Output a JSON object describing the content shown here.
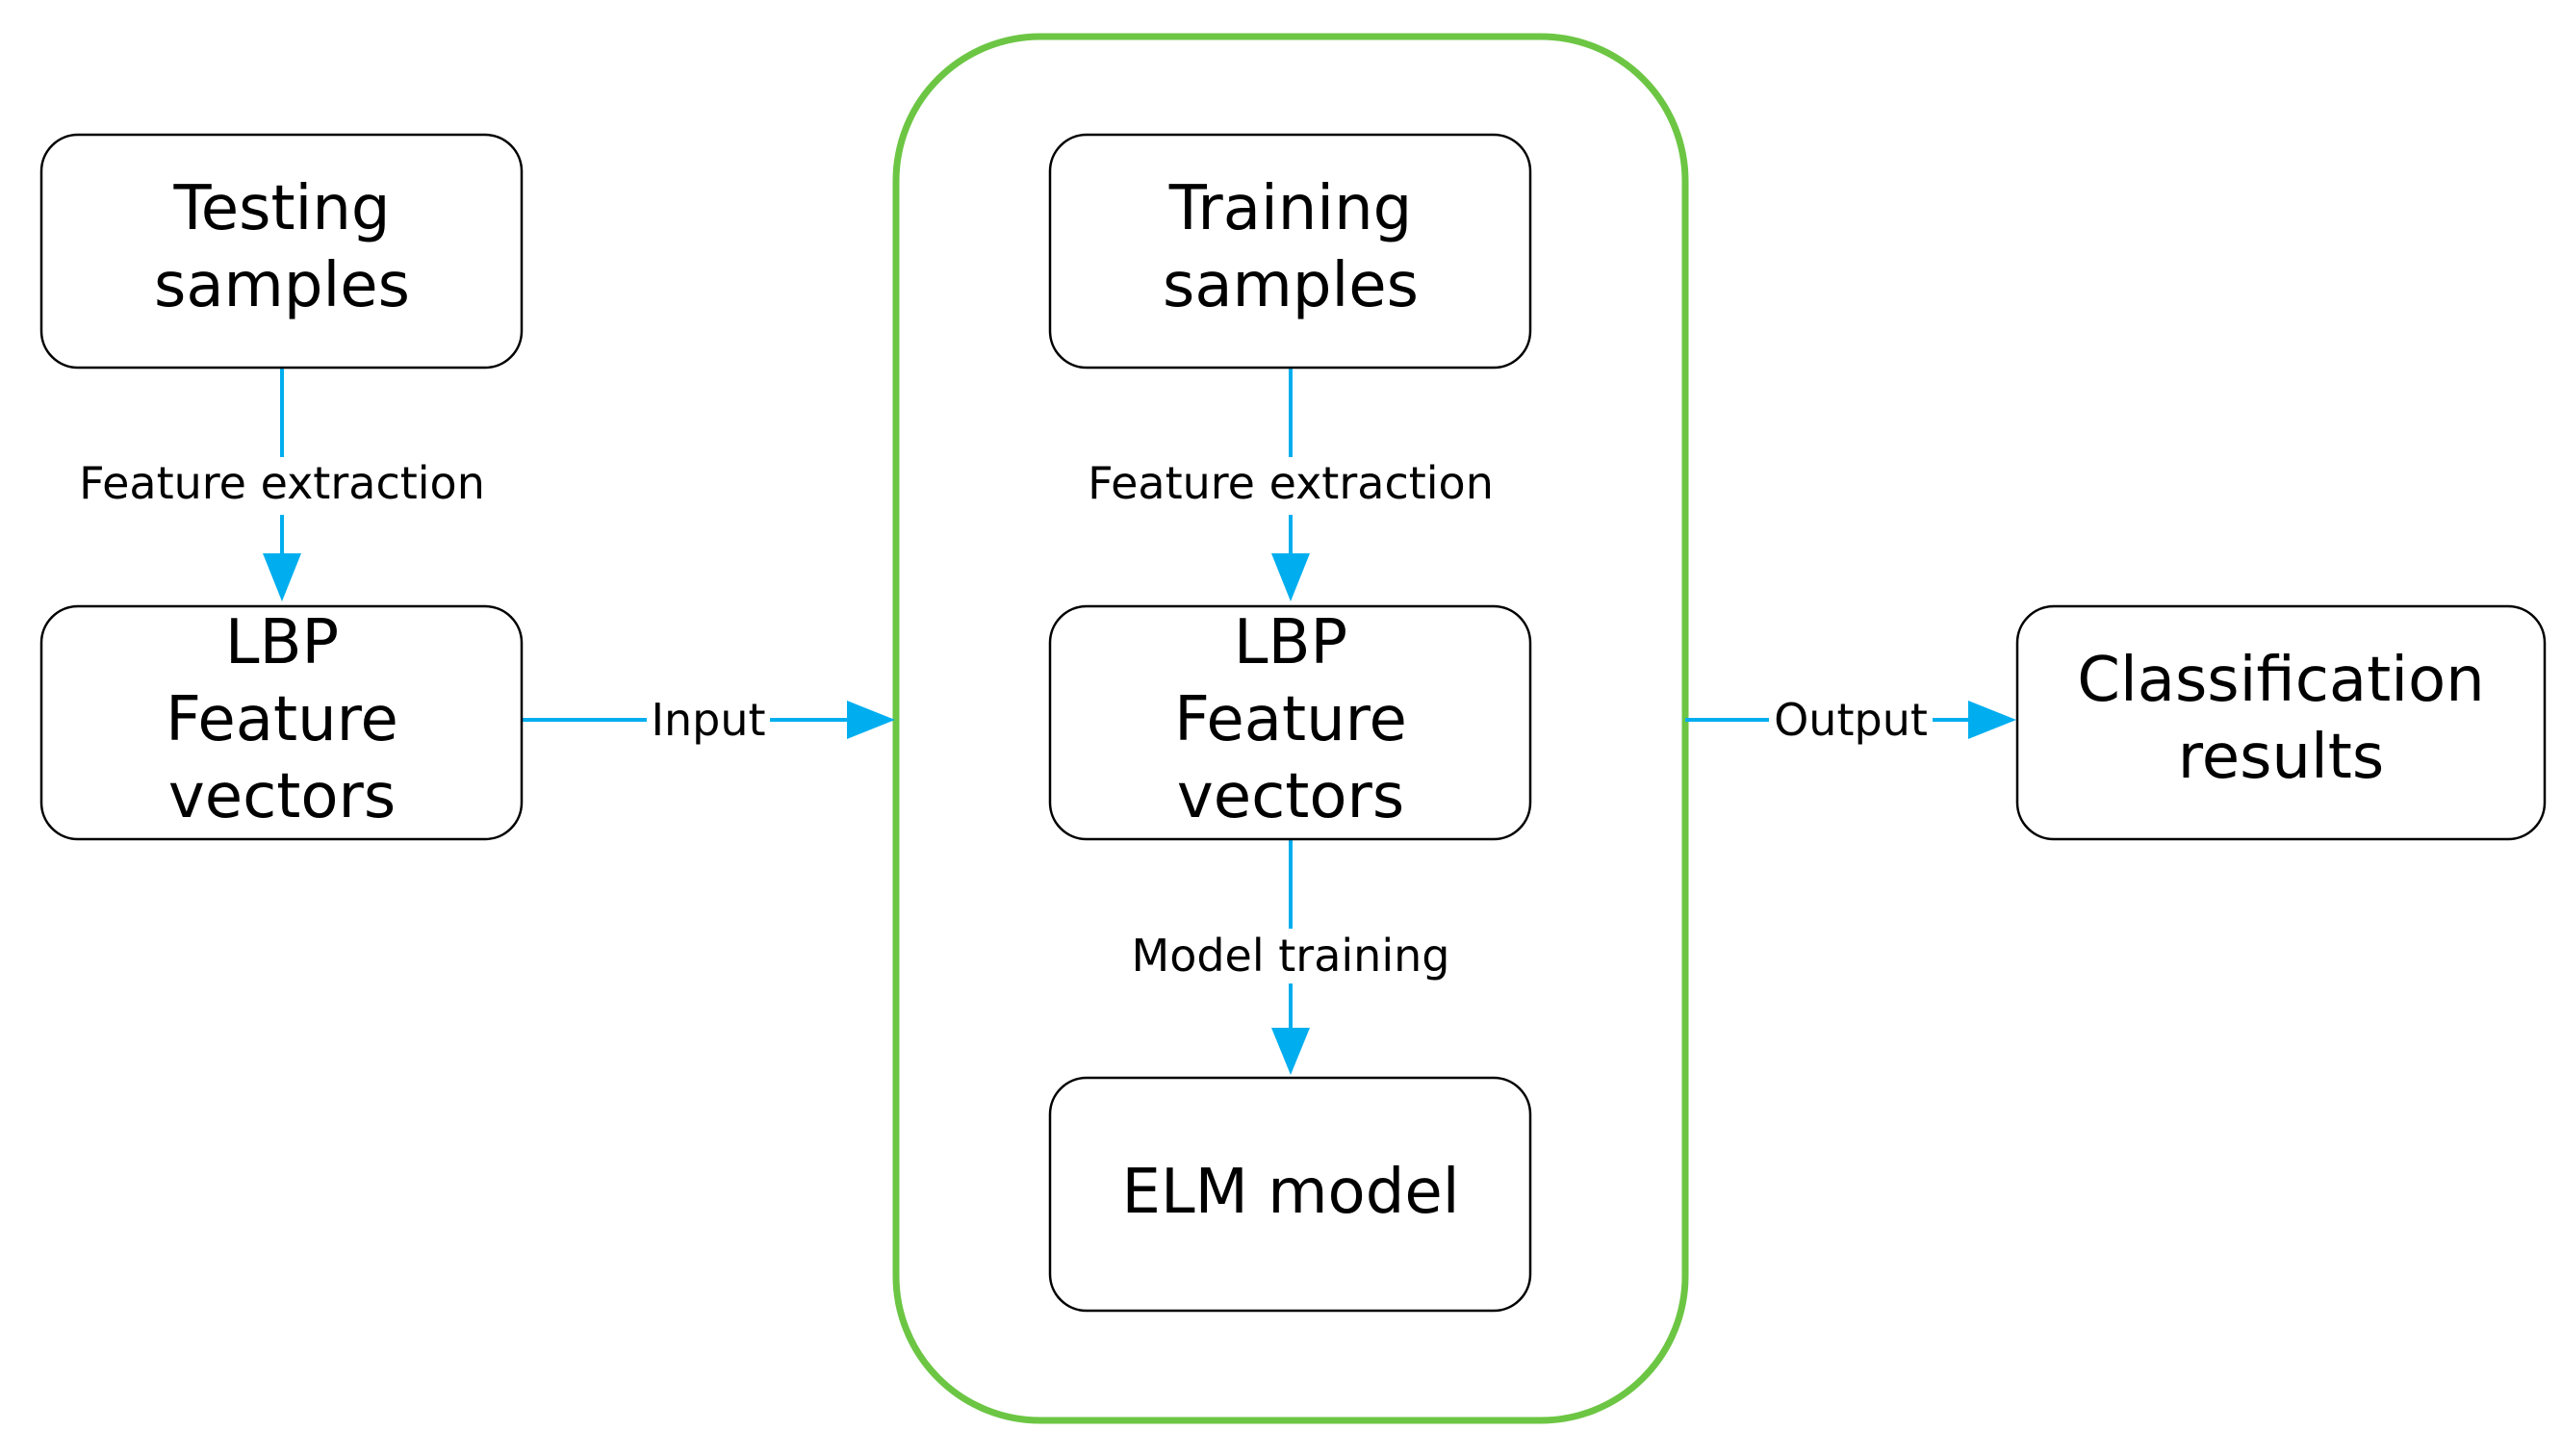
{
  "colors": {
    "group_border": "#6cc644",
    "arrow": "#00aeef",
    "node_border": "#000000",
    "text": "#000000"
  },
  "nodes": {
    "testing_samples": {
      "lines": [
        "Testing",
        "samples"
      ]
    },
    "lbp_left": {
      "lines": [
        "LBP",
        "Feature",
        "vectors"
      ]
    },
    "training_samples": {
      "lines": [
        "Training",
        "samples"
      ]
    },
    "lbp_middle": {
      "lines": [
        "LBP",
        "Feature",
        "vectors"
      ]
    },
    "elm_model": {
      "lines": [
        "ELM model"
      ]
    },
    "classification_results": {
      "lines": [
        "Classification",
        "results"
      ]
    }
  },
  "edges": {
    "feature_extraction_left": "Feature extraction",
    "feature_extraction_middle": "Feature extraction",
    "model_training": "Model training",
    "input": "Input",
    "output": "Output"
  }
}
